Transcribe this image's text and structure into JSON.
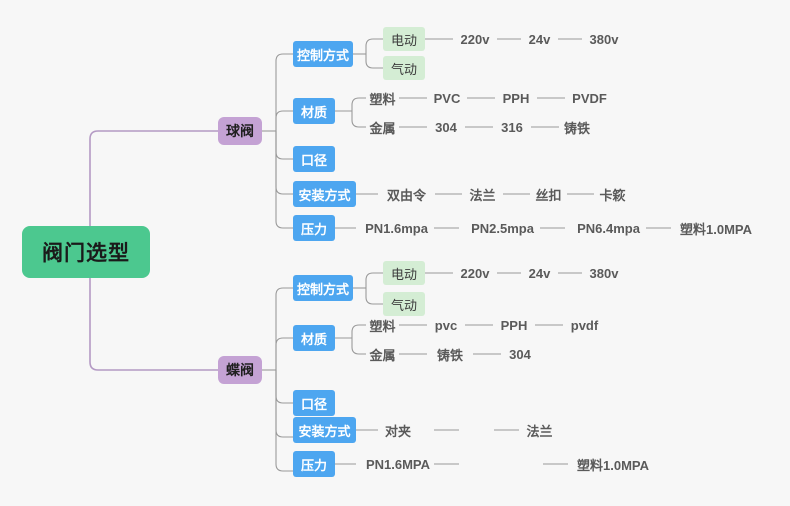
{
  "diagram": {
    "type": "mind-map",
    "title": "阀门选型",
    "background_color": "#f7f7f7",
    "colors": {
      "root": "#4cc88f",
      "branch": "#c4a2d4",
      "category": "#4da6f0",
      "chip": "#d4edd4",
      "leaf_text": "#5a5a5a",
      "edge_root": "#b49ac4",
      "edge_sub": "#9a9a9a"
    },
    "root": {
      "label": "阀门选型"
    },
    "branches": [
      {
        "label": "球阀",
        "categories": [
          {
            "label": "控制方式",
            "chips": [
              {
                "label": "电动",
                "leaves": [
                  "220v",
                  "24v",
                  "380v"
                ]
              },
              {
                "label": "气动",
                "leaves": []
              }
            ]
          },
          {
            "label": "材质",
            "rows": [
              {
                "label": "塑料",
                "leaves": [
                  "PVC",
                  "PPH",
                  "PVDF"
                ]
              },
              {
                "label": "金属",
                "leaves": [
                  "304",
                  "316",
                  "铸铁"
                ]
              }
            ]
          },
          {
            "label": "口径",
            "leaves": []
          },
          {
            "label": "安装方式",
            "leaves": [
              "双由令",
              "法兰",
              "丝扣",
              "卡篍"
            ]
          },
          {
            "label": "压力",
            "leaves": [
              "PN1.6mpa",
              "PN2.5mpa",
              "PN6.4mpa",
              "塑料1.0MPA"
            ]
          }
        ]
      },
      {
        "label": "蝶阀",
        "categories": [
          {
            "label": "控制方式",
            "chips": [
              {
                "label": "电动",
                "leaves": [
                  "220v",
                  "24v",
                  "380v"
                ]
              },
              {
                "label": "气动",
                "leaves": []
              }
            ]
          },
          {
            "label": "材质",
            "rows": [
              {
                "label": "塑料",
                "leaves": [
                  "pvc",
                  "PPH",
                  "pvdf"
                ]
              },
              {
                "label": "金属",
                "leaves": [
                  "铸铁",
                  "304"
                ]
              }
            ]
          },
          {
            "label": "口径",
            "leaves": []
          },
          {
            "label": "安装方式",
            "leaves": [
              "对夹",
              "法兰"
            ]
          },
          {
            "label": "压力",
            "leaves": [
              "PN1.6MPA",
              "塑料1.0MPA"
            ]
          }
        ]
      }
    ]
  }
}
